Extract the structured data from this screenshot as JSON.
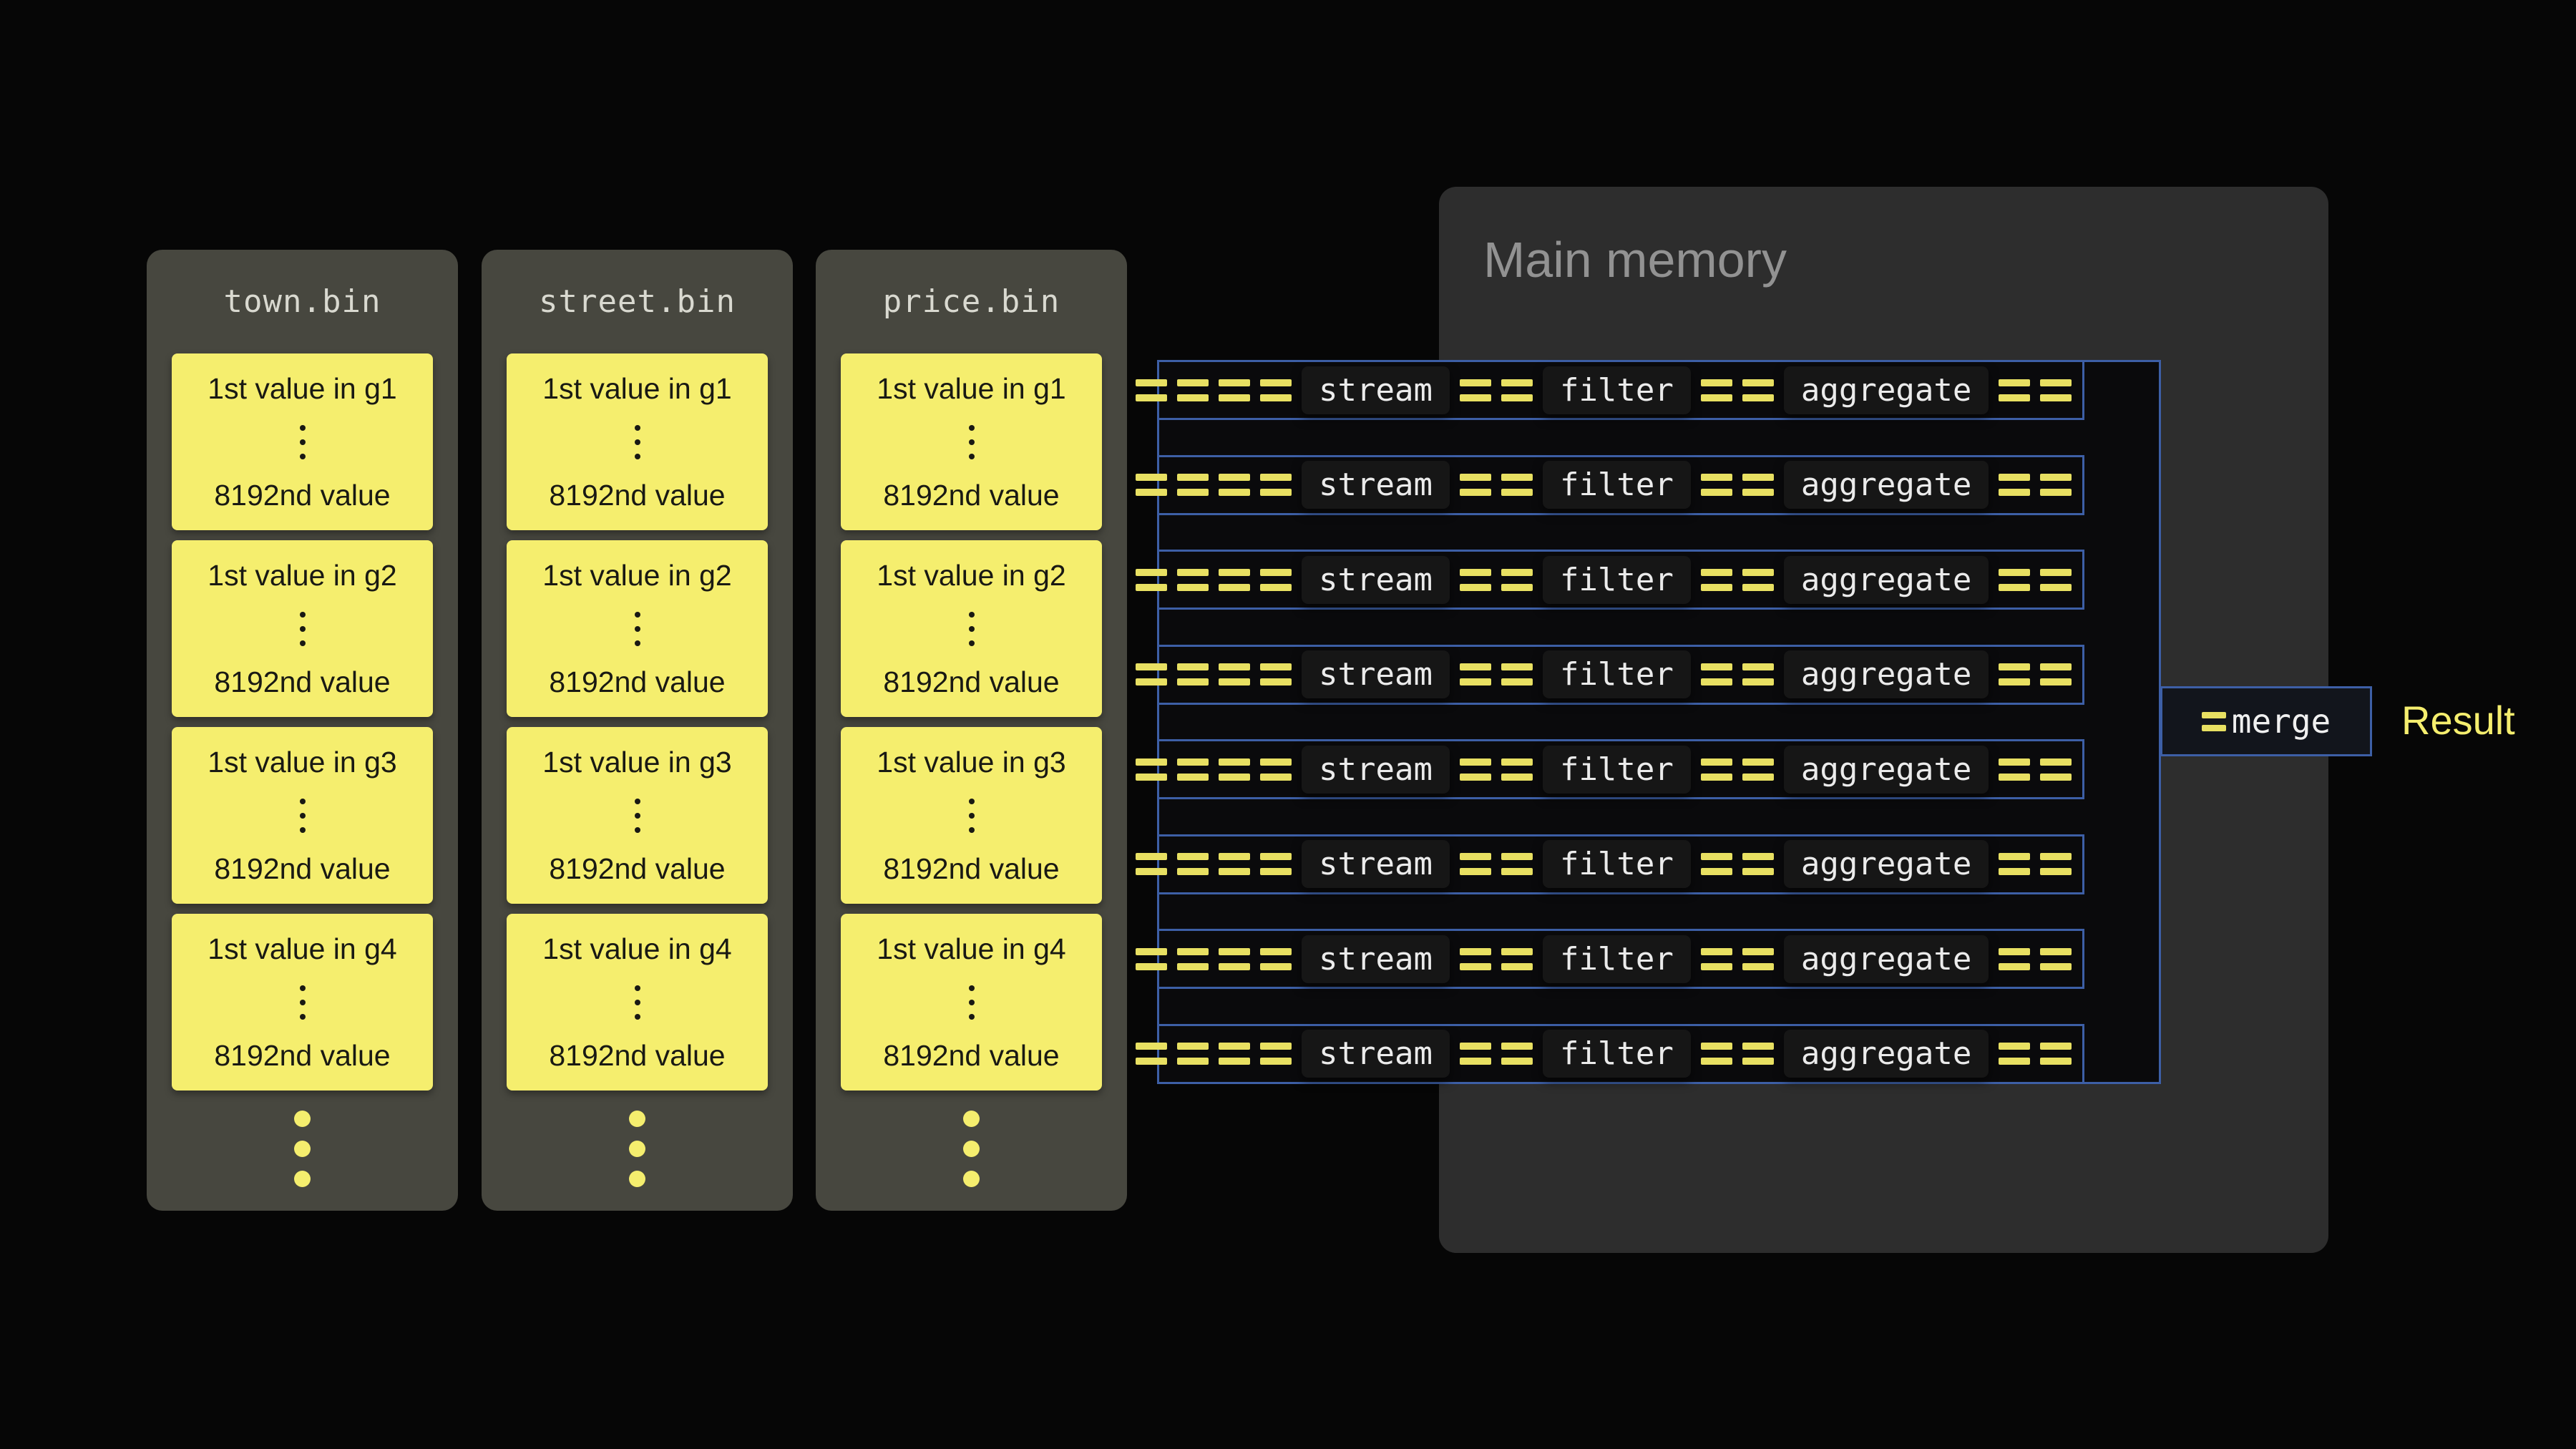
{
  "colors": {
    "background": "#060606",
    "file_panel": "#47473f",
    "file_header_text": "#d9d9d0",
    "block_yellow": "#f5ee6e",
    "block_text": "#191913",
    "memory_panel": "#2d2d2d",
    "memory_title_text": "#929292",
    "pipeline_blue": "#3d5fa6",
    "dash_yellow": "#e8e062",
    "stage_box_bg": "#161616",
    "stage_box_text": "#ebebeb",
    "result_text": "#f5ee6e"
  },
  "files": [
    {
      "name": "town.bin",
      "groups": [
        {
          "first": "1st value in g1",
          "last": "8192nd value"
        },
        {
          "first": "1st value in g2",
          "last": "8192nd value"
        },
        {
          "first": "1st value in g3",
          "last": "8192nd value"
        },
        {
          "first": "1st value in g4",
          "last": "8192nd value"
        }
      ]
    },
    {
      "name": "street.bin",
      "groups": [
        {
          "first": "1st value in g1",
          "last": "8192nd value"
        },
        {
          "first": "1st value in g2",
          "last": "8192nd value"
        },
        {
          "first": "1st value in g3",
          "last": "8192nd value"
        },
        {
          "first": "1st value in g4",
          "last": "8192nd value"
        }
      ]
    },
    {
      "name": "price.bin",
      "groups": [
        {
          "first": "1st value in g1",
          "last": "8192nd value"
        },
        {
          "first": "1st value in g2",
          "last": "8192nd value"
        },
        {
          "first": "1st value in g3",
          "last": "8192nd value"
        },
        {
          "first": "1st value in g4",
          "last": "8192nd value"
        }
      ]
    }
  ],
  "main_memory": {
    "title": "Main memory"
  },
  "pipelines": {
    "lane_count": 8,
    "stages": [
      {
        "label": "stream"
      },
      {
        "label": "filter"
      },
      {
        "label": "aggregate"
      }
    ]
  },
  "merge": {
    "label": "merge"
  },
  "result": {
    "label": "Result"
  }
}
